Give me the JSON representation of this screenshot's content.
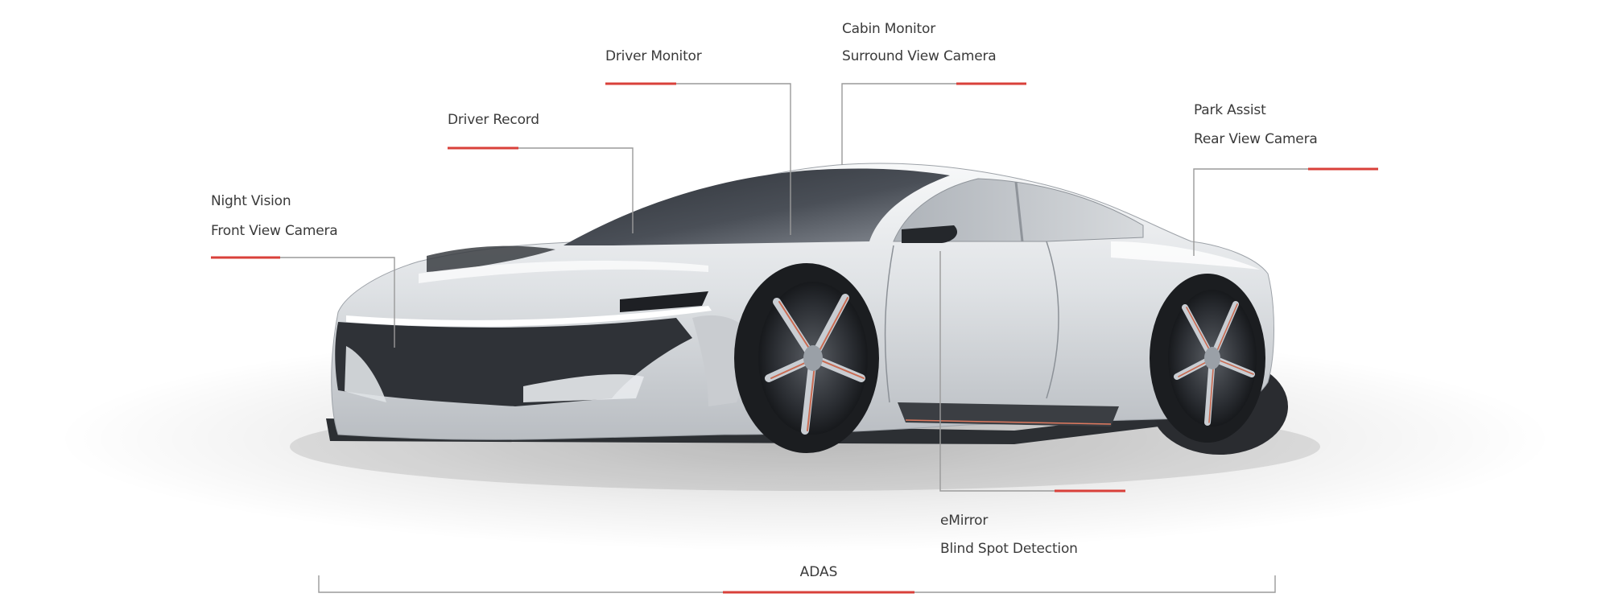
{
  "callouts": {
    "night_vision": [
      "Night Vision",
      "Front View Camera"
    ],
    "driver_record": [
      "Driver Record"
    ],
    "driver_monitor": [
      "Driver Monitor"
    ],
    "cabin_monitor": [
      "Cabin Monitor",
      "Surround View Camera"
    ],
    "park_assist": [
      "Park Assist",
      "Rear View Camera"
    ],
    "emirror": [
      "eMirror",
      "Blind Spot Detection"
    ]
  },
  "adas": {
    "label": "ADAS"
  },
  "colors": {
    "accent": "#d9403a",
    "leader": "#9a9a9a",
    "text": "#3a3a3a",
    "body_paint": "#e4e6e9",
    "glass": "#3c4148",
    "front_fascia": "#2f3237"
  },
  "icons": {
    "car": "car-illustration"
  }
}
